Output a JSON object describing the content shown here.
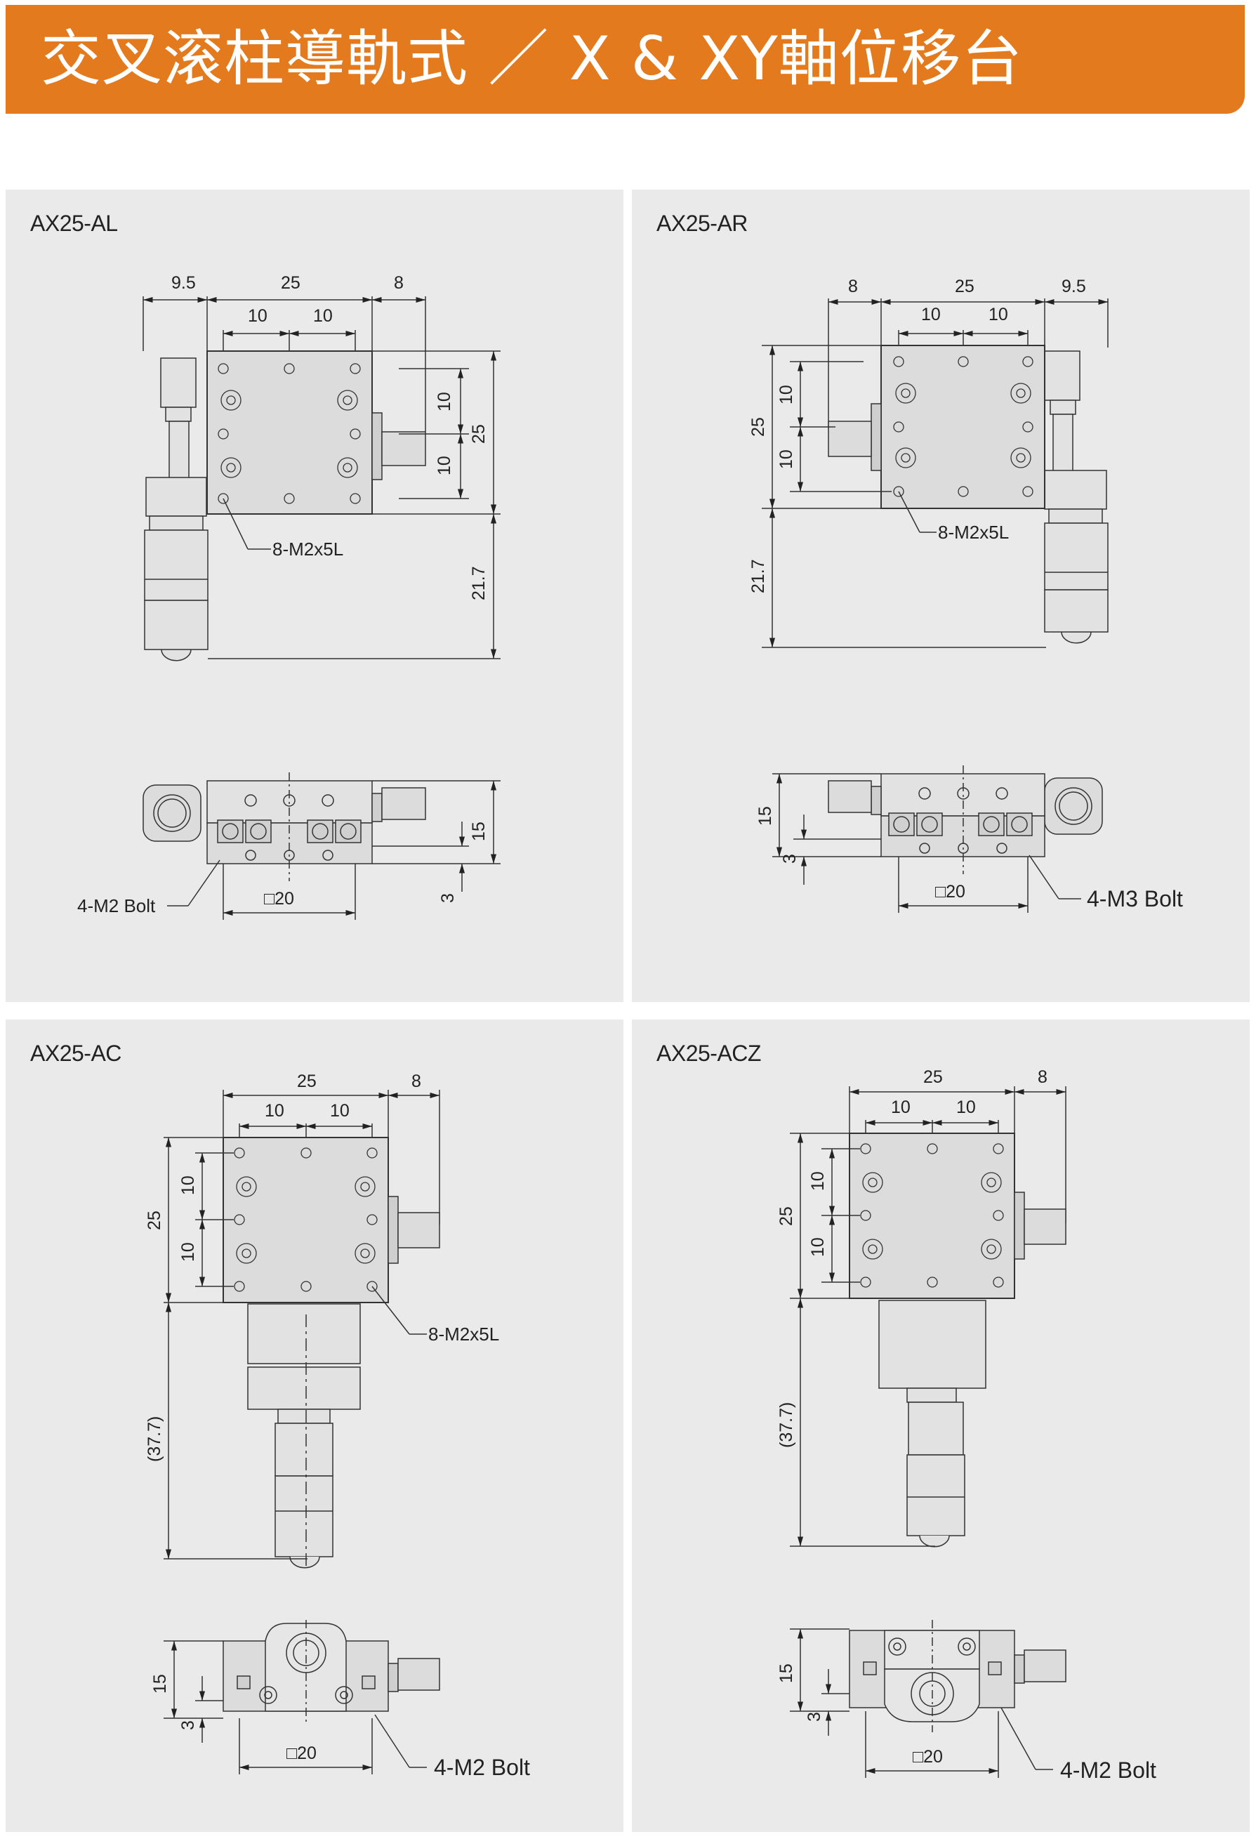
{
  "header": {
    "title": "交叉滚柱導軌式 ／ X & XY軸位移台",
    "background_color": "#e47a1e",
    "text_color": "#ffffff"
  },
  "panels": [
    {
      "model": "AX25-AL",
      "top_view": {
        "dim_top": [
          "9.5",
          "25",
          "8"
        ],
        "dim_pitch": [
          "10",
          "10"
        ],
        "dim_side": [
          "10",
          "10",
          "25"
        ],
        "dim_micrometer": "21.7",
        "hole_callout": "8-M2x5L"
      },
      "side_view": {
        "dim_height": "15",
        "dim_base": "3",
        "dim_width": "□20",
        "bolt_callout": "4-M2 Bolt"
      }
    },
    {
      "model": "AX25-AR",
      "top_view": {
        "dim_top": [
          "8",
          "25",
          "9.5"
        ],
        "dim_pitch": [
          "10",
          "10"
        ],
        "dim_side": [
          "25",
          "10",
          "10"
        ],
        "dim_micrometer": "21.7",
        "hole_callout": "8-M2x5L"
      },
      "side_view": {
        "dim_height": "15",
        "dim_base": "3",
        "dim_width": "□20",
        "bolt_callout": "4-M3 Bolt"
      }
    },
    {
      "model": "AX25-AC",
      "top_view": {
        "dim_top": [
          "25",
          "8"
        ],
        "dim_pitch": [
          "10",
          "10"
        ],
        "dim_side": [
          "25",
          "10",
          "10"
        ],
        "dim_micrometer": "(37.7)",
        "hole_callout": "8-M2x5L"
      },
      "side_view": {
        "dim_height": "15",
        "dim_base": "3",
        "dim_width": "□20",
        "bolt_callout": "4-M2 Bolt"
      }
    },
    {
      "model": "AX25-ACZ",
      "top_view": {
        "dim_top": [
          "25",
          "8"
        ],
        "dim_pitch": [
          "10",
          "10"
        ],
        "dim_side": [
          "25",
          "10",
          "10"
        ],
        "dim_micrometer": "(37.7)"
      },
      "side_view": {
        "dim_height": "15",
        "dim_base": "3",
        "dim_width": "□20",
        "bolt_callout": "4-M2 Bolt"
      }
    }
  ]
}
